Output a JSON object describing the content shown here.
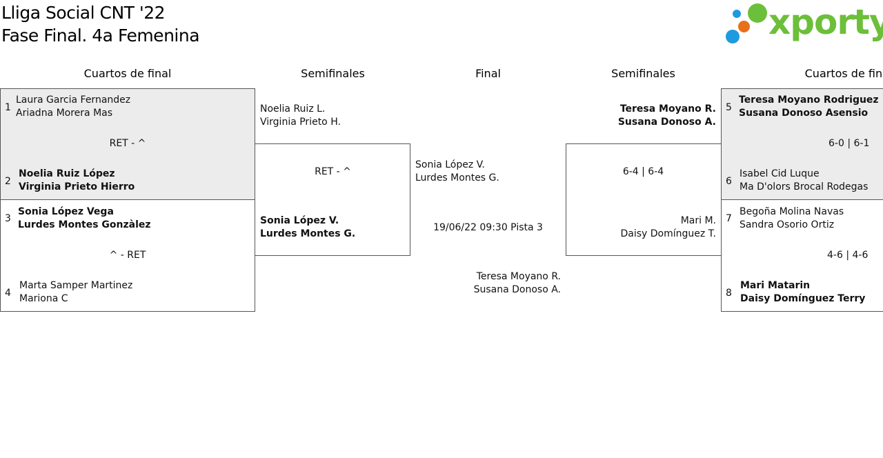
{
  "header": {
    "title_line1": "Lliga Social CNT '22",
    "title_line2": "Fase Final. 4a Femenina"
  },
  "logo": {
    "text": "xporty",
    "text_color": "#6cbf3a",
    "dot_colors": [
      "#6cbf3a",
      "#1e9be0",
      "#e8701a",
      "#1e9be0"
    ]
  },
  "columns": {
    "qf_left": "Cuartos de final",
    "sf_left": "Semifinales",
    "final": "Final",
    "sf_right": "Semifinales",
    "qf_right": "Cuartos de final"
  },
  "qf_left": [
    {
      "top": {
        "seed": "1",
        "p1": "Laura Garcia Fernandez",
        "p2": "Ariadna Morera Mas"
      },
      "score": "RET - ^",
      "bottom": {
        "seed": "2",
        "p1": "Noelia Ruiz López",
        "p2": "Virginia Prieto Hierro"
      }
    },
    {
      "top": {
        "seed": "3",
        "p1": "Sonia López Vega",
        "p2": "Lurdes Montes Gonzàlez"
      },
      "score": "^ - RET",
      "bottom": {
        "seed": "4",
        "p1": "Marta Samper Martinez",
        "p2": "Mariona C"
      }
    }
  ],
  "sf_left": {
    "top": {
      "p1": "Noelia Ruiz L.",
      "p2": "Virginia Prieto H."
    },
    "score": "RET - ^",
    "bottom": {
      "p1": "Sonia López V.",
      "p2": "Lurdes Montes G."
    }
  },
  "final": {
    "top": {
      "p1": "Sonia López V.",
      "p2": "Lurdes Montes G."
    },
    "schedule": "19/06/22 09:30 Pista 3",
    "bottom": {
      "p1": "Teresa Moyano R.",
      "p2": "Susana Donoso A."
    }
  },
  "sf_right": {
    "top": {
      "p1": "Teresa Moyano R.",
      "p2": "Susana Donoso A."
    },
    "score": "6-4 | 6-4",
    "bottom": {
      "p1": "Mari M.",
      "p2": "Daisy Domínguez T."
    }
  },
  "qf_right": [
    {
      "top": {
        "seed": "5",
        "p1": "Teresa Moyano Rodriguez",
        "p2": "Susana Donoso Asensio"
      },
      "score": "6-0 | 6-1",
      "bottom": {
        "seed": "6",
        "p1": "Isabel Cid Luque",
        "p2": "Ma D'olors Brocal Rodegas"
      }
    },
    {
      "top": {
        "seed": "7",
        "p1": "Begoña Molina Navas",
        "p2": "Sandra Osorio Ortiz"
      },
      "score": "4-6 | 4-6",
      "bottom": {
        "seed": "8",
        "p1": "Mari Matarin",
        "p2": "Daisy Domínguez Terry"
      }
    }
  ]
}
